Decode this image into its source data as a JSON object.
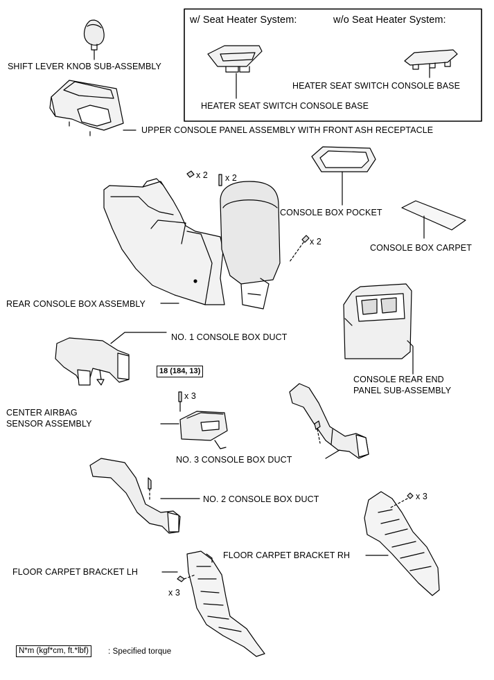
{
  "inset": {
    "with_heater_title": "w/ Seat Heater System:",
    "without_heater_title": "w/o Seat Heater System:",
    "with_heater_part": "HEATER SEAT SWITCH CONSOLE BASE",
    "without_heater_part": "HEATER SEAT SWITCH CONSOLE BASE"
  },
  "parts": {
    "shift_knob": "SHIFT LEVER KNOB SUB-ASSEMBLY",
    "upper_panel": "UPPER CONSOLE PANEL ASSEMBLY WITH FRONT ASH RECEPTACLE",
    "console_box_pocket": "CONSOLE BOX POCKET",
    "console_box_carpet": "CONSOLE BOX CARPET",
    "rear_console_box": "REAR CONSOLE BOX ASSEMBLY",
    "no1_duct": "NO. 1 CONSOLE BOX DUCT",
    "rear_end_panel_l1": "CONSOLE REAR END",
    "rear_end_panel_l2": "PANEL SUB-ASSEMBLY",
    "airbag_sensor_l1": "CENTER AIRBAG",
    "airbag_sensor_l2": "SENSOR ASSEMBLY",
    "no3_duct": "NO. 3 CONSOLE BOX DUCT",
    "no2_duct": "NO. 2 CONSOLE BOX DUCT",
    "bracket_rh": "FLOOR CARPET BRACKET RH",
    "bracket_lh": "FLOOR CARPET BRACKET LH"
  },
  "quantities": {
    "clip_a": "x 2",
    "screw_b": "x 2",
    "clip_c": "x 2",
    "sensor_bolts": "x 3",
    "rh_clips": "x 3",
    "lh_clips": "x 3"
  },
  "torque": {
    "sensor_spec": "18 (184, 13)"
  },
  "legend": {
    "unit_box": "N*m (kgf*cm, ft.*lbf)",
    "description": ": Specified torque"
  }
}
